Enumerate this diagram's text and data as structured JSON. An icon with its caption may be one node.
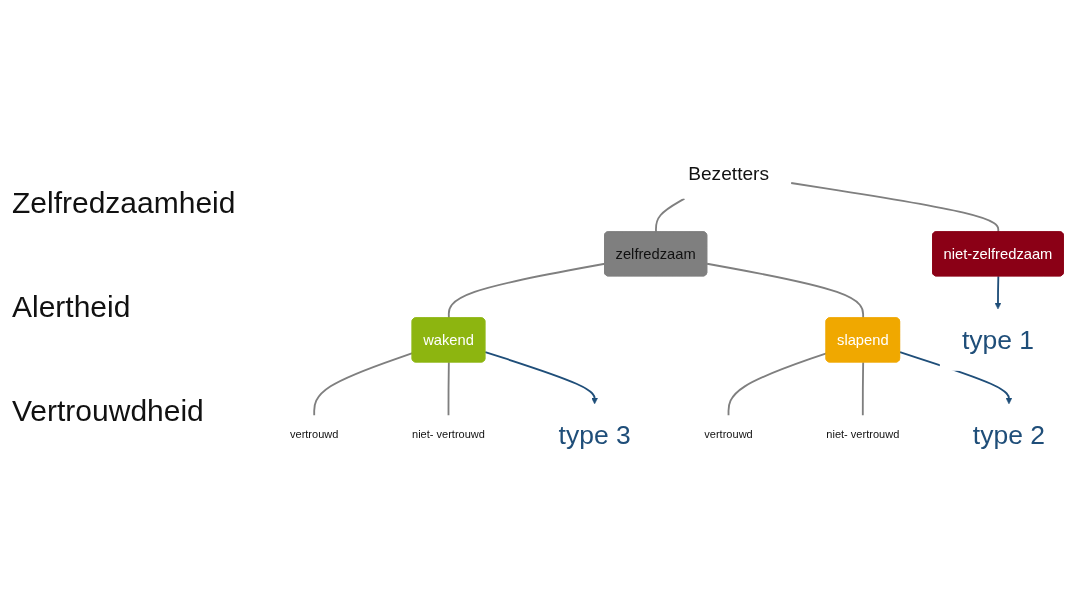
{
  "diagram": {
    "nodes": [
      {
        "text": [
          "Bezetters"
        ]
      },
      {
        "text": [
          "zelfredzaam"
        ]
      },
      {
        "text": [
          "niet-zelfredzaam"
        ]
      },
      {
        "text": [
          "wakend"
        ]
      },
      {
        "text": [
          "slapend"
        ]
      },
      {
        "text": [
          "vertrouwd"
        ]
      },
      {
        "text": [
          "niet- vertrouwd"
        ]
      },
      {
        "text": [
          "vertrouwd"
        ]
      },
      {
        "text": [
          "niet- vertrouwd"
        ]
      },
      {
        "text": [
          "type 1"
        ]
      },
      {
        "text": [
          "type 2"
        ]
      },
      {
        "text": [
          "type 3"
        ]
      }
    ],
    "edges": [
      {
        "from": 0,
        "to": 1,
        "arrow": "none"
      },
      {
        "from": 0,
        "to": 2,
        "arrow": "none"
      },
      {
        "from": 1,
        "to": 3,
        "arrow": "none"
      },
      {
        "from": 1,
        "to": 4,
        "arrow": "none"
      },
      {
        "from": 3,
        "to": 5,
        "arrow": "none"
      },
      {
        "from": 3,
        "to": 6,
        "arrow": "none"
      },
      {
        "from": 4,
        "to": 7,
        "arrow": "none"
      },
      {
        "from": 4,
        "to": 8,
        "arrow": "none"
      },
      {
        "from": 2,
        "to": 9,
        "arrow": "to",
        "color": "#1f4e79"
      },
      {
        "from": 4,
        "to": 10,
        "arrow": "to",
        "color": "#1f4e79"
      },
      {
        "from": 3,
        "to": 11,
        "arrow": "to",
        "color": "#1f4e79"
      }
    ],
    "labels": [
      "Zelfredzaamheid",
      "Alertheid",
      "Vertrouwdheid"
    ]
  }
}
